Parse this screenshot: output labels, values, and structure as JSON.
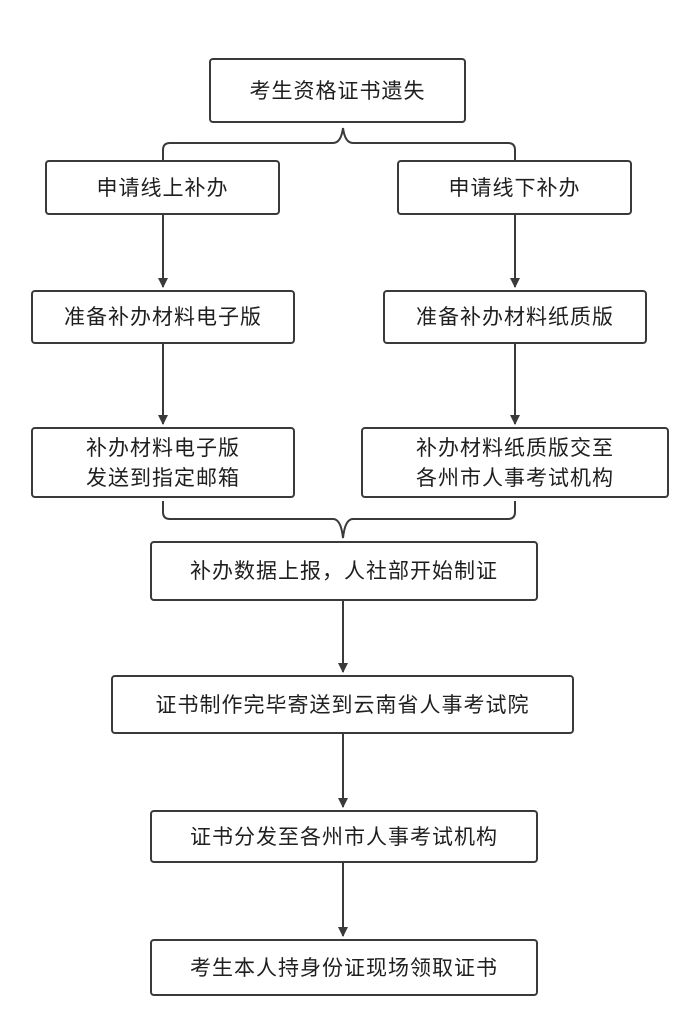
{
  "flowchart": {
    "lost": "考生资格证书遗失",
    "online_apply": "申请线上补办",
    "offline_apply": "申请线下补办",
    "prepare_electronic": "准备补办材料电子版",
    "prepare_paper": "准备补办材料纸质版",
    "send_electronic": [
      "补办材料电子版",
      "发送到指定邮箱"
    ],
    "submit_paper": [
      "补办材料纸质版交至",
      "各州市人事考试机构"
    ],
    "report_data": "补办数据上报，人社部开始制证",
    "mail_certificate": "证书制作完毕寄送到云南省人事考试院",
    "distribute": "证书分发至各州市人事考试机构",
    "collect": "考生本人持身份证现场领取证书"
  },
  "colors": {
    "border": "#3a3a3a",
    "arrow": "#3a3a3a",
    "text": "#1f1f1f"
  }
}
